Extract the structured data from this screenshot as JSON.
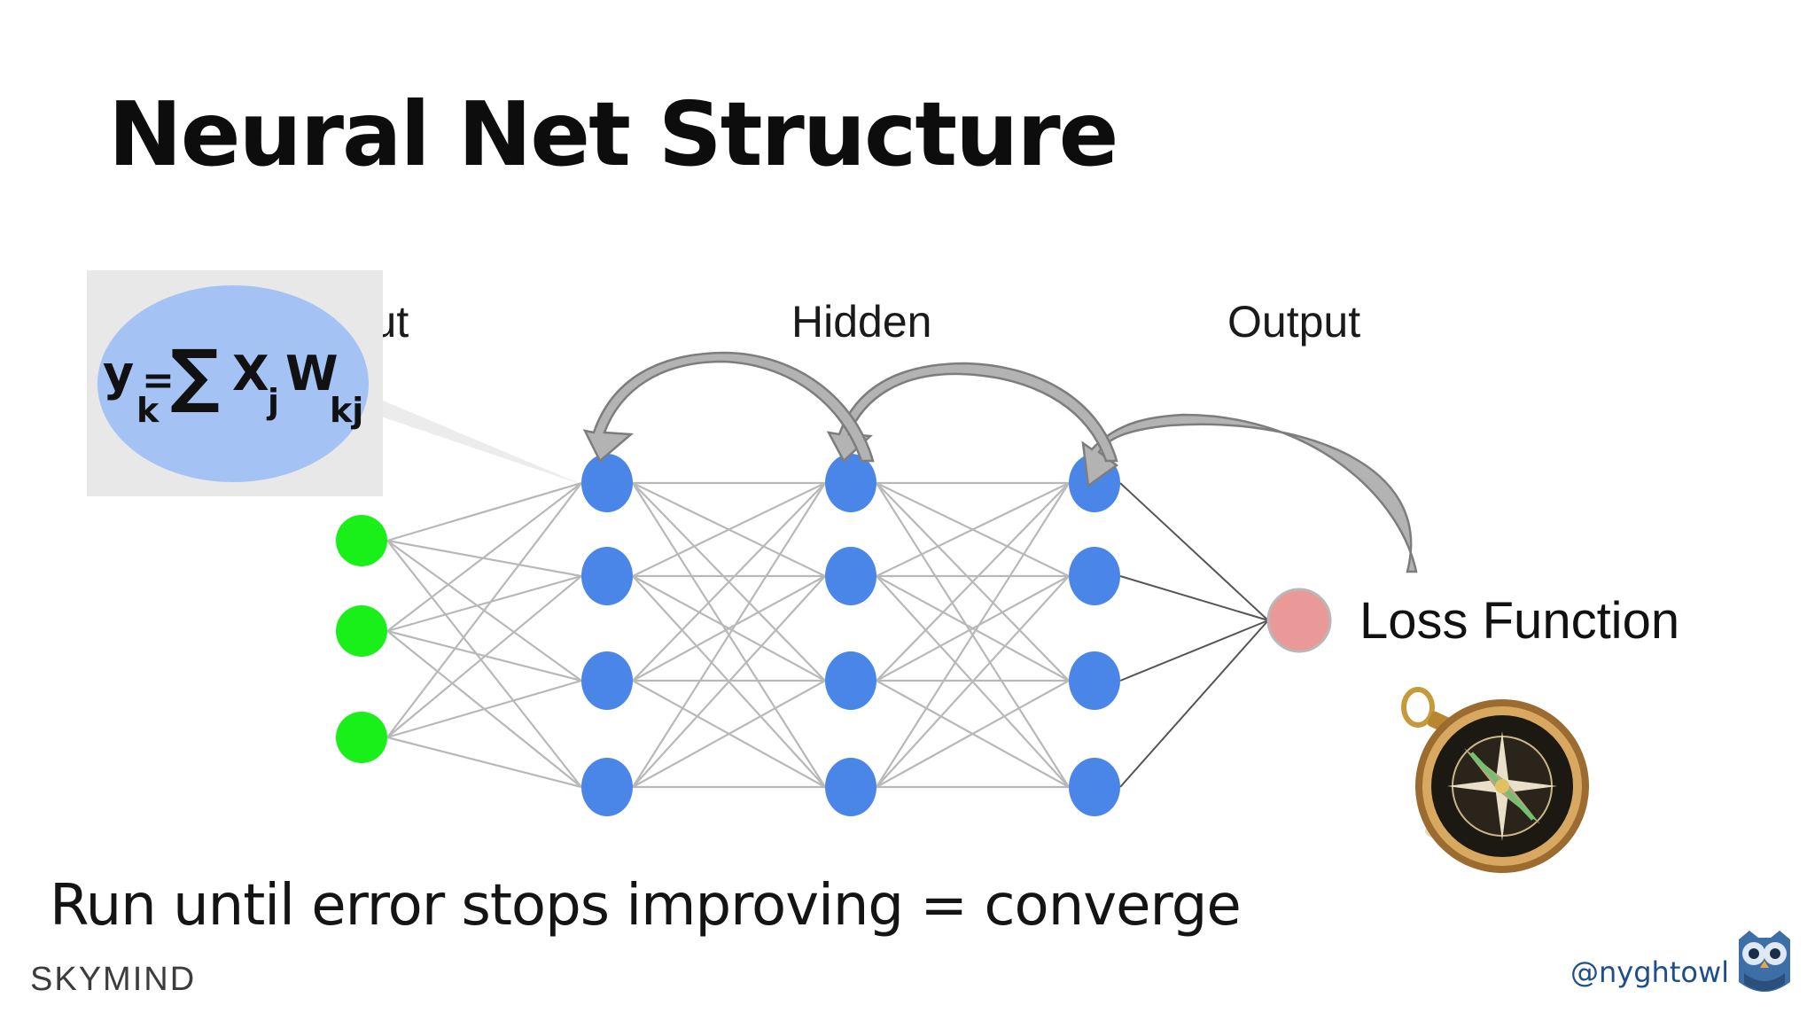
{
  "slide": {
    "title": "Neural Net Structure",
    "bottom_text": "Run until error stops improving = converge",
    "brand": "SKYMIND",
    "handle": "@nyghtowl"
  },
  "diagram": {
    "labels": {
      "input": "Input",
      "hidden": "Hidden",
      "output": "Output",
      "loss": "Loss Function"
    },
    "formula": {
      "y": "y",
      "y_sub": "k",
      "equals": "=",
      "sum": "∑",
      "x": "X",
      "x_sub": "j",
      "w": "W",
      "w_sub": "kj"
    },
    "layers": [
      {
        "name": "input",
        "nodes": 3,
        "color": "#19f019"
      },
      {
        "name": "hidden-1",
        "nodes": 4,
        "color": "#4a86e8"
      },
      {
        "name": "hidden-2",
        "nodes": 4,
        "color": "#4a86e8"
      },
      {
        "name": "hidden-3",
        "nodes": 4,
        "color": "#4a86e8"
      },
      {
        "name": "loss",
        "nodes": 1,
        "color": "#ea9999"
      }
    ],
    "colors": {
      "edge": "#b8b8b8",
      "output_edge": "#555555",
      "arrow": "#aaaaaa",
      "formula_bubble": "#a4c2f4",
      "formula_box": "#e8e8e8"
    },
    "icons": [
      "compass-icon",
      "owl-icon"
    ]
  }
}
